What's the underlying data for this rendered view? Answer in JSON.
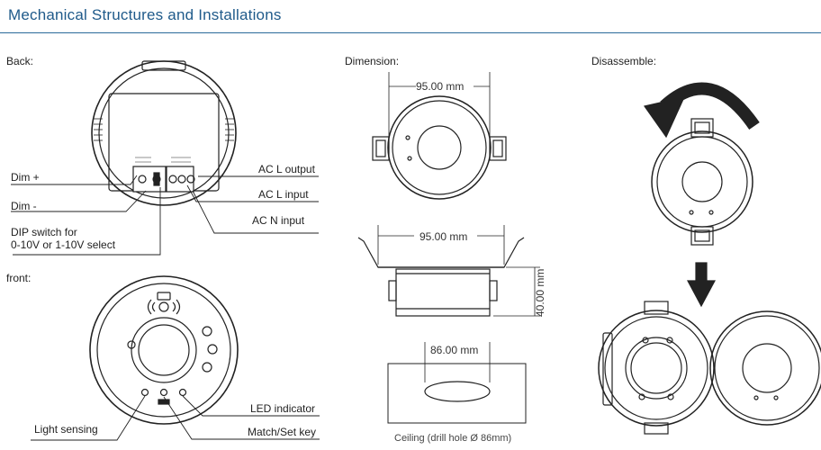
{
  "header": {
    "title": "Mechanical Structures and Installations"
  },
  "sections": {
    "back": "Back:",
    "front": "front:",
    "dimension": "Dimension:",
    "disassemble": "Disassemble:"
  },
  "back_labels": {
    "dim_plus": "Dim +",
    "dim_minus": "Dim -",
    "dip_line1": "DIP  switch for",
    "dip_line2": "0-10V or 1-10V select",
    "ac_l_output": "AC L output",
    "ac_l_input": "AC L input",
    "ac_n_input": "AC N input"
  },
  "front_labels": {
    "light_sensing": "Light sensing",
    "led_indicator": "LED indicator",
    "match_set_key": "Match/Set key"
  },
  "dimensions": {
    "top_width": "95.00 mm",
    "side_width": "95.00 mm",
    "height": "40.00 mm",
    "hole": "86.00 mm",
    "ceiling_caption": "Ceiling (drill hole Ø 86mm)"
  }
}
